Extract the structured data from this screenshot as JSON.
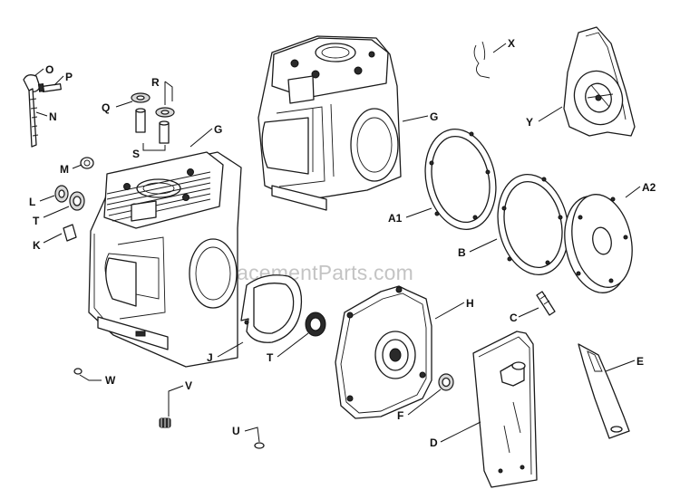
{
  "watermark": "eReplacementParts.com",
  "callouts": {
    "o": "O",
    "p": "P",
    "n": "N",
    "r": "R",
    "q": "Q",
    "s": "S",
    "g_left": "G",
    "g_right": "G",
    "m": "M",
    "l": "L",
    "t_left": "T",
    "k": "K",
    "x": "X",
    "y": "Y",
    "a1": "A1",
    "a2": "A2",
    "b": "B",
    "h": "H",
    "c": "C",
    "e": "E",
    "j": "J",
    "t_lower": "T",
    "w": "W",
    "v": "V",
    "u": "U",
    "f": "F",
    "d": "D"
  }
}
